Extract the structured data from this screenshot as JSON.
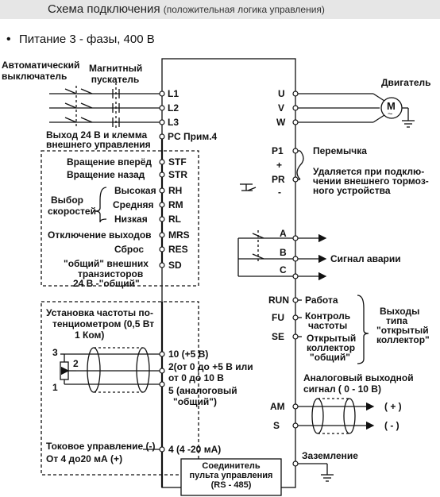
{
  "title": {
    "main": "Схема подключения",
    "sub": "(положительная логика управления)"
  },
  "power": {
    "bullet": "•",
    "label": "Питание 3 - фазы, 400 В"
  },
  "breaker": {
    "line1": "Автоматический",
    "line2": "выключатель"
  },
  "contactor": {
    "line1": "Магнитный",
    "line2": "пускатель"
  },
  "inputs": [
    "L1",
    "L2",
    "L3"
  ],
  "outputs": [
    "U",
    "V",
    "W"
  ],
  "motor": {
    "label": "Двигатель",
    "symbol": "M",
    "tilde": "~"
  },
  "pc_out": {
    "line1": "Выход 24 В и клемма",
    "line2": "внешнего управления",
    "terminal": "PC Прим.4"
  },
  "control": [
    {
      "label": "Вращение вперёд",
      "terminal": "STF"
    },
    {
      "label": "Вращение назад",
      "terminal": "STR"
    },
    {
      "label": "Высокая",
      "terminal": "RH"
    },
    {
      "label": "Средняя",
      "terminal": "RM"
    },
    {
      "label": "Низкая",
      "terminal": "RL"
    },
    {
      "label": "Отключение выходов",
      "terminal": "MRS"
    },
    {
      "label": "Сброс",
      "terminal": "RES"
    },
    {
      "label": "\"общий\" внешних",
      "terminal": "SD"
    }
  ],
  "speed_select": {
    "line1": "Выбор",
    "line2": "скоростей"
  },
  "sd_extra": {
    "line1": "транзисторов",
    "line2": "24 В -\"общий\""
  },
  "jumper": {
    "p1": "P1",
    "plus": "+",
    "pr": "PR",
    "minus": "-",
    "label": "Перемычка",
    "removed1": "Удаляется при подклю-",
    "removed2": "чении внешнего тормоз-",
    "removed3": "ного устройства"
  },
  "alarm": {
    "terminals": [
      "A",
      "B",
      "C"
    ],
    "label": "Сигнал аварии"
  },
  "open_collector": {
    "terminals": [
      "RUN",
      "FU",
      "SE"
    ],
    "run": "Работа",
    "fu1": "Контроль",
    "fu2": "частоты",
    "se1": "Открытый",
    "se2": "коллектор",
    "se3": "\"общий\"",
    "group1": "Выходы",
    "group2": "типа",
    "group3": "\"открытый",
    "group4": "коллектор\""
  },
  "pot": {
    "line1": "Установка частоты по-",
    "line2": "тенциометром (0,5 Вт",
    "line3": "1 Ком)",
    "pins": [
      "3",
      "2",
      "1"
    ],
    "t10": "10 (+5 В)",
    "t2a": "2(от 0 до +5 В или",
    "t2b": "от 0 до 10 В",
    "t5a": "5 (аналоговый",
    "t5b": "\"общий\")"
  },
  "analog_out": {
    "line1": "Аналоговый выходной",
    "line2": "сигнал ( 0 - 10 В)",
    "am": "AM",
    "s": "S",
    "plus": "( + )",
    "minus": "( - )"
  },
  "current": {
    "line1": "Токовое управление (-)",
    "line2": "От 4 до20 мА (+)",
    "terminal": "4 (4 -20 мА)"
  },
  "ground": {
    "label": "Заземление"
  },
  "connector": {
    "line1": "Соединитель",
    "line2": "пульта управления",
    "line3": "(RS - 485)"
  }
}
